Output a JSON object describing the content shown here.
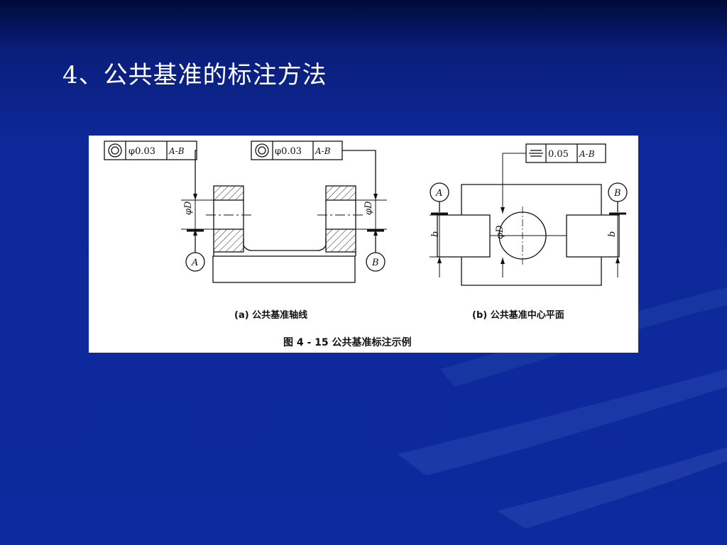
{
  "slide": {
    "title": "4、公共基准的标注方法"
  },
  "figure": {
    "panel_a": {
      "frame_left": {
        "value": "φ0.03",
        "datum": "A-B"
      },
      "frame_right": {
        "value": "φ0.03",
        "datum": "A-B"
      },
      "dim_label": "φD",
      "datum_left": "A",
      "datum_right": "B",
      "caption": "(a) 公共基准轴线"
    },
    "panel_b": {
      "frame": {
        "value": "0.05",
        "datum": "A-B"
      },
      "dim_label": "φD",
      "width_label": "b",
      "datum_left": "A",
      "datum_right": "B",
      "caption": "(b) 公共基准中心平面"
    },
    "figure_caption": "图 4 - 15   公共基准标注示例"
  },
  "colors": {
    "background": "#0d2898",
    "title_text": "#ffffff",
    "figure_bg": "#ffffff",
    "ink": "#111111"
  }
}
